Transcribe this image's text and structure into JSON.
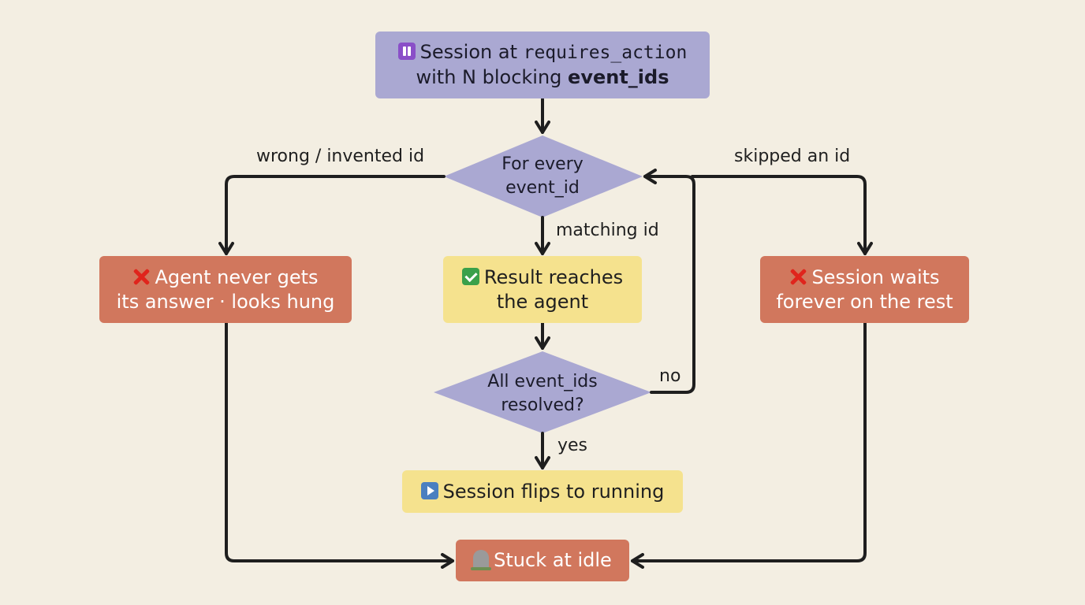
{
  "nodes": {
    "start": {
      "pre_text": "Session at ",
      "code_text": "requires_action",
      "line2_pre": "with N blocking ",
      "line2_bold": "event_ids",
      "icon": "pause-icon"
    },
    "decision_every": {
      "line1": "For every",
      "line2": "event_id"
    },
    "wrong_outcome": {
      "line1": "Agent never gets",
      "line2": "its answer · looks hung",
      "icon": "cross-mark-icon"
    },
    "result": {
      "line1": "Result reaches",
      "line2": "the agent",
      "icon": "check-mark-icon"
    },
    "skipped_outcome": {
      "line1": "Session waits",
      "line2": "forever on the rest",
      "icon": "cross-mark-icon"
    },
    "decision_all": {
      "line1": "All event_ids",
      "line2": "resolved?"
    },
    "running": {
      "text": "Session flips to running",
      "icon": "play-icon"
    },
    "idle": {
      "text": "Stuck at idle",
      "icon": "headstone-icon"
    }
  },
  "edges": {
    "wrong": "wrong / invented id",
    "skipped": "skipped an id",
    "matching": "matching id",
    "no": "no",
    "yes": "yes"
  },
  "colors": {
    "purple": "#aaa8d2",
    "yellow": "#f5e28e",
    "orange": "#d1775d",
    "line": "#1e1e1e",
    "background": "#f3eee2"
  }
}
